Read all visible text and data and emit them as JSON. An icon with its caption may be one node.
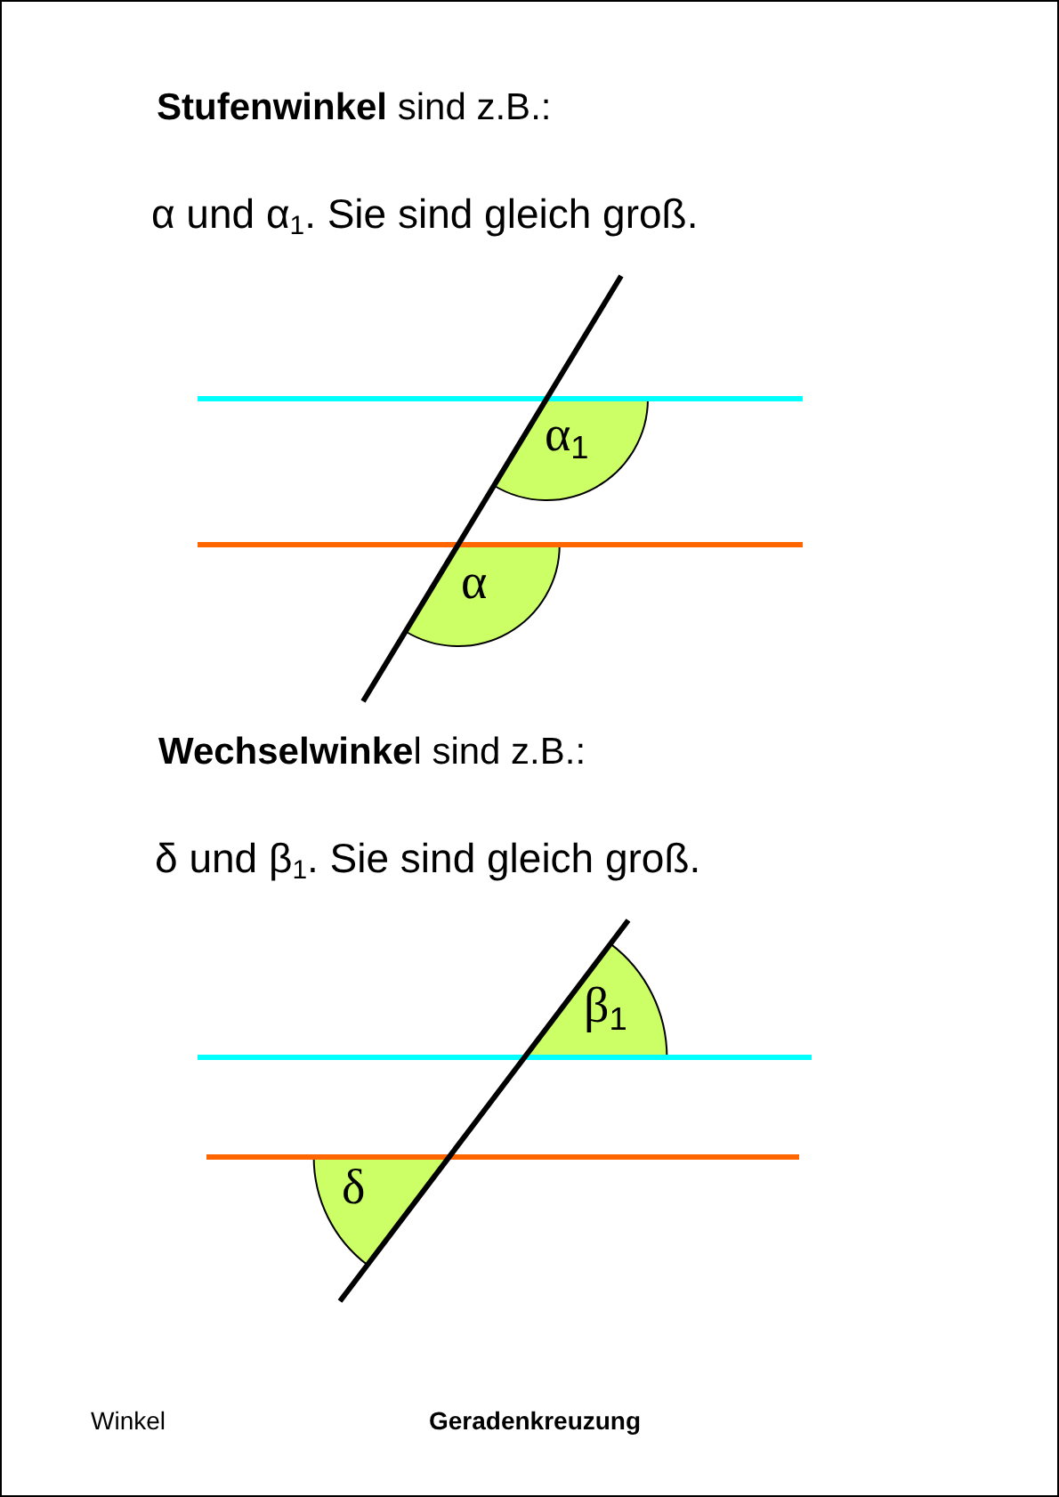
{
  "diagram": {
    "labels": [
      "**Stufenwinkel** sind z.B.:",
      "α und α$_{1}$.  Sie sind gleich groß.",
      "α$_{1}$",
      "α",
      "**Wechselwinke**l sind z.B.:",
      "δ und β$_{1}$.  Sie sind gleich groß.",
      "β$_{1}$",
      "δ",
      "Winkel",
      "Geradenkreuzung"
    ]
  }
}
